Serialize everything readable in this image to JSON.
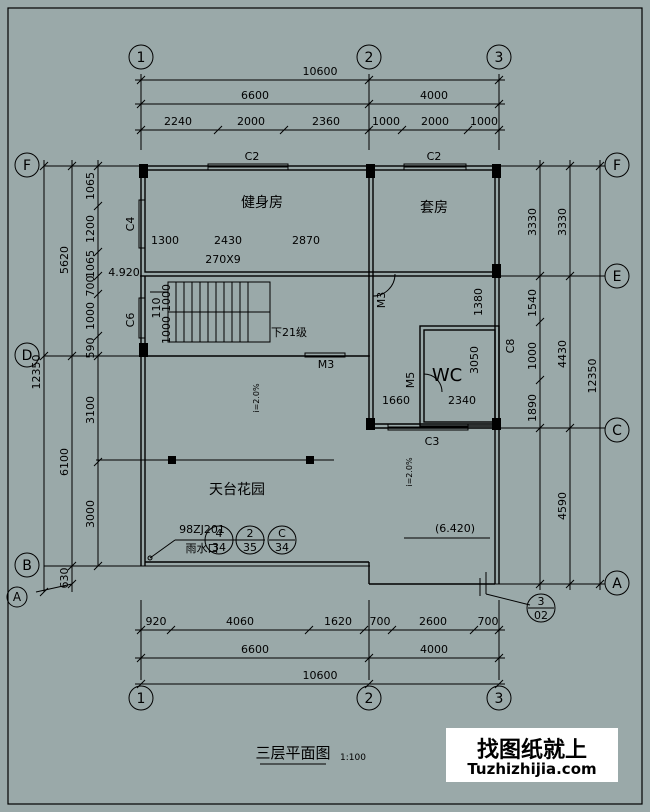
{
  "plan": {
    "title": "三层平面图",
    "scale": "1:100",
    "axes": {
      "a1": "1",
      "a2": "2",
      "a3": "3",
      "aF": "F",
      "aE": "E",
      "aD": "D",
      "aC": "C",
      "aB": "B",
      "aA": "A"
    },
    "top_dims": {
      "total": "10600",
      "left": "6600",
      "right": "4000",
      "d1": "2240",
      "d2": "2000",
      "d3": "2360",
      "d4": "1000",
      "d5": "2000",
      "d6": "1000"
    },
    "bottom_dims": {
      "d1": "920",
      "d2": "4060",
      "d3": "1620",
      "d4": "700",
      "d5": "2600",
      "d6": "700",
      "left": "6600",
      "right": "4000",
      "total": "10600"
    },
    "left_dims": {
      "total": "12350",
      "upper": "5620",
      "lower": "6100",
      "extra": "630",
      "s1": "1065",
      "s2": "1200",
      "s3": "1065",
      "s4": "700",
      "s5": "1000",
      "s6": "590",
      "s7": "3100",
      "s8": "3000"
    },
    "right_dims": {
      "total": "12350",
      "a": "3330",
      "b": "3330",
      "c": "1380",
      "d": "1540",
      "e": "1000",
      "f": "4430",
      "g": "1890",
      "h": "4590"
    },
    "interior_dims": {
      "d1300": "1300",
      "d2430": "2430",
      "d2870": "2870",
      "stair": "270X9",
      "d1660": "1660",
      "d2340": "2340",
      "d3050": "3050",
      "d110": "110",
      "d1000a": "1000",
      "d1000b": "1000"
    },
    "rooms": {
      "gym": "健身房",
      "suite": "套房",
      "terrace": "天台花园",
      "wc": "WC"
    },
    "labels": {
      "c2a": "C2",
      "c2b": "C2",
      "c3": "C3",
      "c4": "C4",
      "c6": "C6",
      "c8": "C8",
      "m3a": "M3",
      "m3b": "M3",
      "m5": "M5",
      "elev": "4.920",
      "elev2": "(6.420)",
      "down": "下21级",
      "slope1": "i=2.0%",
      "slope2": "i=2.0%",
      "ref": "98ZJ201",
      "drain": "雨水口",
      "c4n": "4",
      "c4d": "34",
      "c5n": "2",
      "c5d": "35",
      "c6n": "C",
      "c6d": "34",
      "dn": "3",
      "dd": "02"
    },
    "watermark": {
      "cn": "找图纸就上",
      "en": "Tuzhizhijia.com"
    }
  }
}
